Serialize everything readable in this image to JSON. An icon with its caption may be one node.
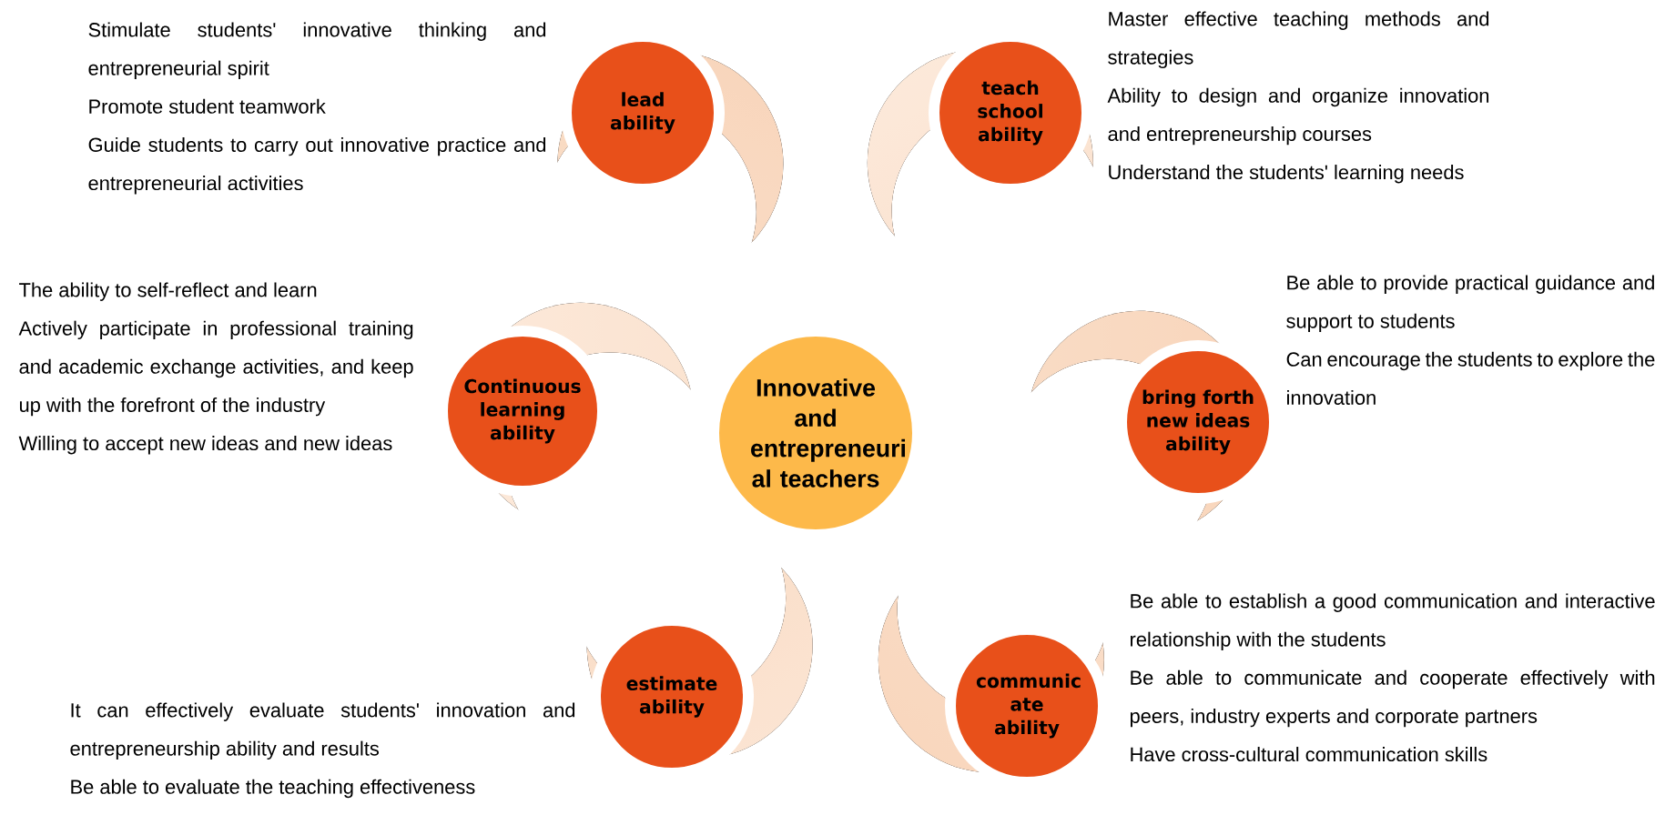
{
  "diagram": {
    "nodes": [
      {
        "text": [
          "Innovative and entrepreneuri al teachers"
        ]
      },
      {
        "text": [
          "lead ability"
        ],
        "beside": [
          "Stimulate students' innovative thinking and entrepreneurial spirit",
          "Promote student teamwork",
          "Guide students to carry out innovative practice and entrepreneurial activities"
        ]
      },
      {
        "text": [
          "teach school ability"
        ],
        "beside": [
          "Master effective teaching methods and strategies",
          "Ability to design and organize innovation and entrepreneurship courses",
          "Understand the students' learning needs"
        ]
      },
      {
        "text": [
          "Continuous learning ability"
        ],
        "beside": [
          "The ability to self-reflect and learn",
          "Actively participate in professional training and academic exchange activities, and keep up with the forefront of the industry",
          "Willing to accept new ideas and new ideas"
        ]
      },
      {
        "text": [
          "bring forth new ideas ability"
        ],
        "beside": [
          "Be able to provide practical guidance and support to students",
          "Can encourage the students to explore the innovation"
        ]
      },
      {
        "text": [
          "estimate ability"
        ],
        "beside": [
          "It can effectively evaluate students' innovation and entrepreneurship ability and results",
          "Be able to evaluate the teaching effectiveness"
        ]
      },
      {
        "text": [
          "communic ate ability"
        ],
        "beside": [
          "Be able to establish a good communication and interactive relationship with the students",
          "Be able to communicate and cooperate effectively with peers, industry experts and corporate partners",
          "Have cross-cultural communication skills"
        ]
      }
    ]
  }
}
